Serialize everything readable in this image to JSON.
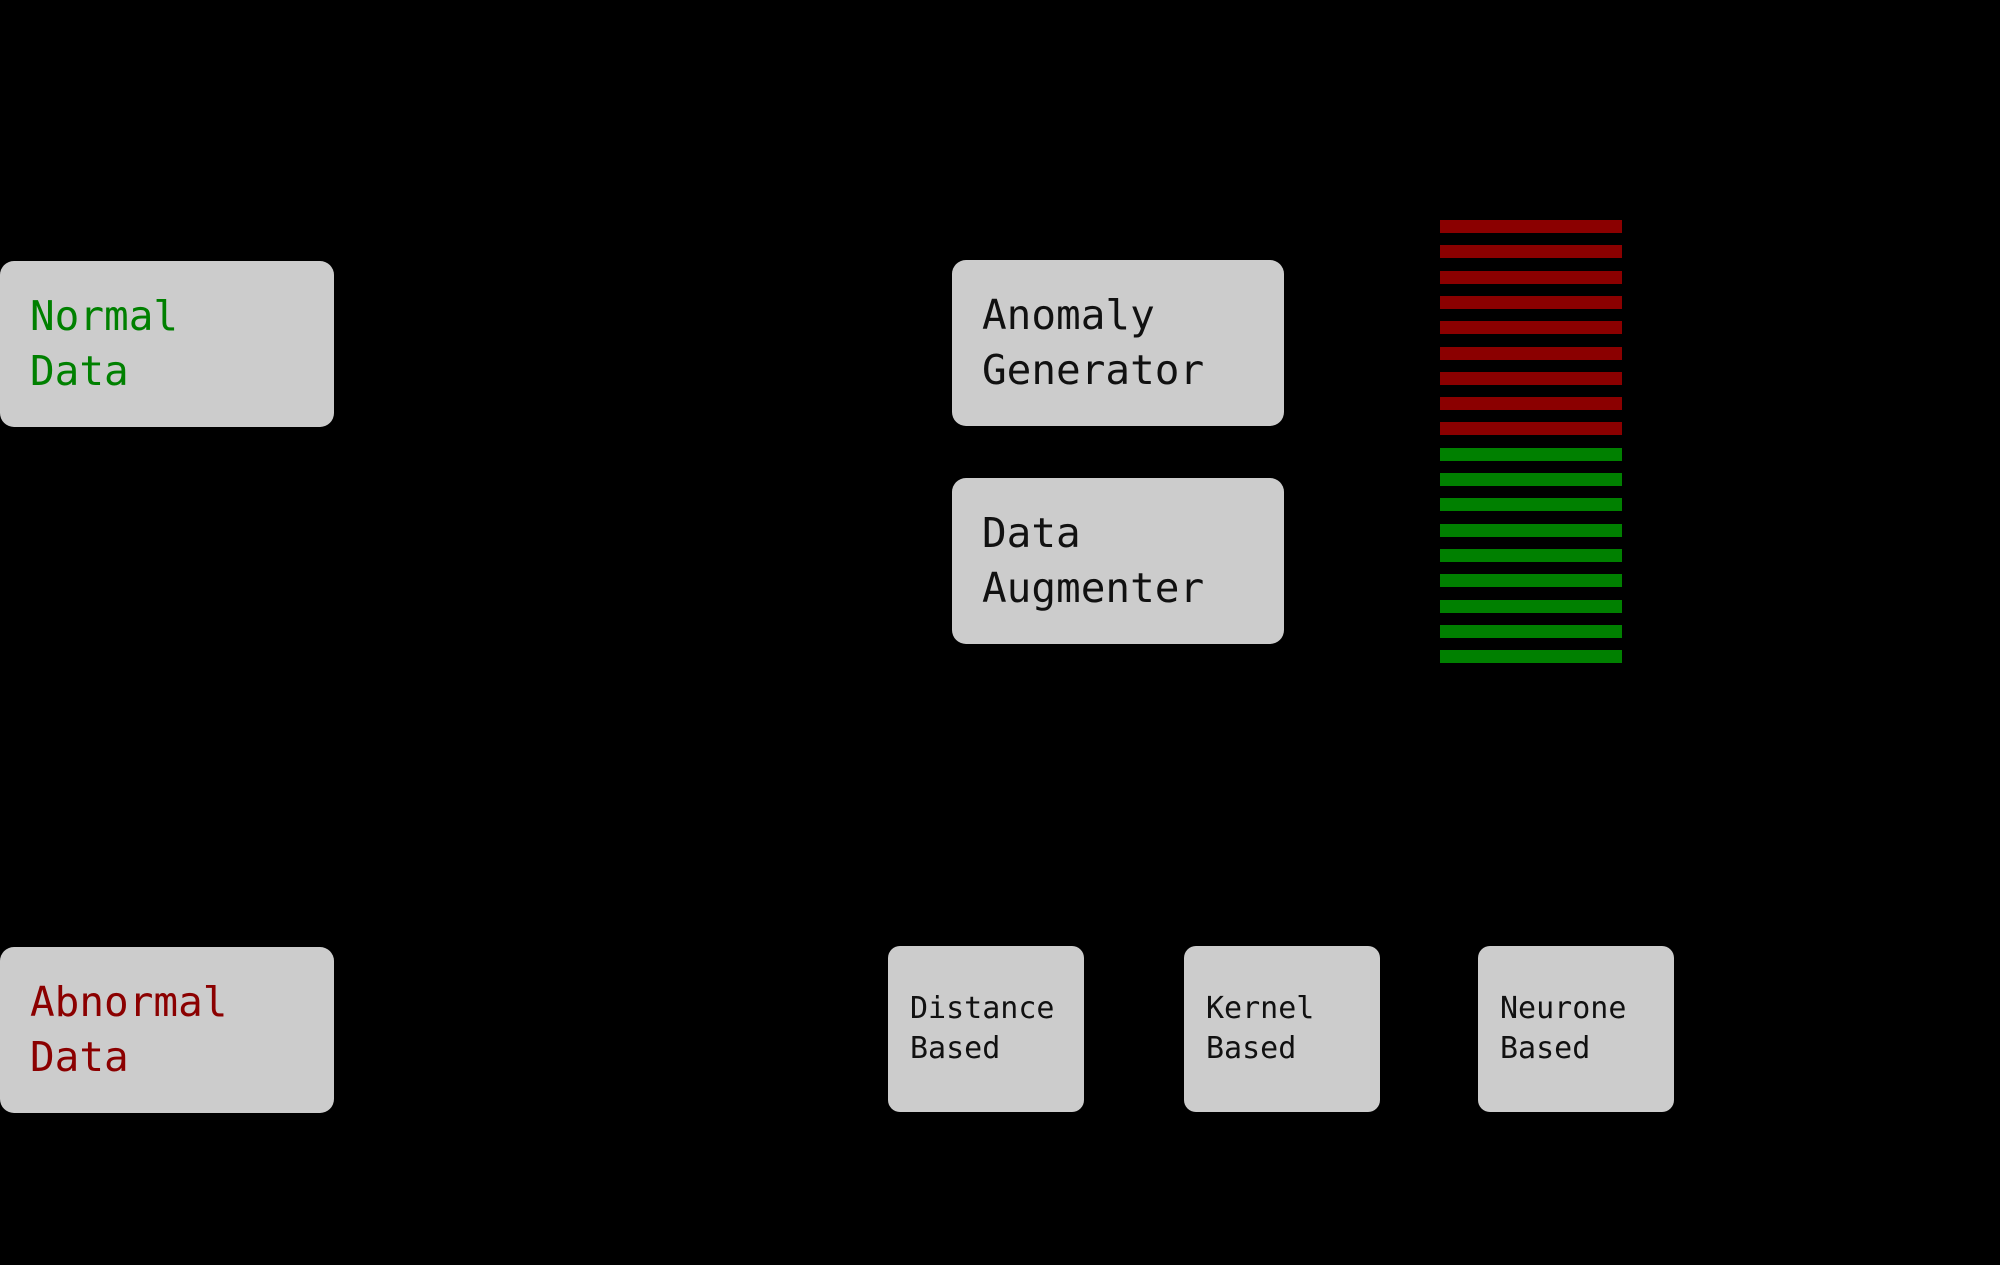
{
  "diagram": {
    "background_color": "#000000",
    "node_fill": "#cccccc",
    "colors": {
      "normal_green": "#008000",
      "abnormal_red": "#8b0000",
      "text_black": "#111111"
    },
    "nodes": [
      {
        "id": "normal-data",
        "lines": [
          "Normal",
          "Data"
        ],
        "text_color": "#008000"
      },
      {
        "id": "abnormal-data",
        "lines": [
          "Abnormal",
          "Data"
        ],
        "text_color": "#8b0000"
      },
      {
        "id": "anomaly-generator",
        "lines": [
          "Anomaly",
          "Generator"
        ],
        "text_color": "#111111"
      },
      {
        "id": "data-augmenter",
        "lines": [
          "Data",
          "Augmenter"
        ],
        "text_color": "#111111"
      },
      {
        "id": "distance-based",
        "lines": [
          "Distance",
          "Based"
        ],
        "text_color": "#111111"
      },
      {
        "id": "kernel-based",
        "lines": [
          "Kernel",
          "Based"
        ],
        "text_color": "#111111"
      },
      {
        "id": "neurone-based",
        "lines": [
          "Neurone",
          "Based"
        ],
        "text_color": "#111111"
      }
    ],
    "bar_stack": {
      "label": "generated-sample-bars",
      "abnormal_bar_count": 9,
      "normal_bar_count": 9,
      "abnormal_color": "#8b0000",
      "normal_color": "#008000",
      "bars": [
        {
          "kind": "abnormal",
          "color": "#8b0000"
        },
        {
          "kind": "abnormal",
          "color": "#8b0000"
        },
        {
          "kind": "abnormal",
          "color": "#8b0000"
        },
        {
          "kind": "abnormal",
          "color": "#8b0000"
        },
        {
          "kind": "abnormal",
          "color": "#8b0000"
        },
        {
          "kind": "abnormal",
          "color": "#8b0000"
        },
        {
          "kind": "abnormal",
          "color": "#8b0000"
        },
        {
          "kind": "abnormal",
          "color": "#8b0000"
        },
        {
          "kind": "abnormal",
          "color": "#8b0000"
        },
        {
          "kind": "normal",
          "color": "#008000"
        },
        {
          "kind": "normal",
          "color": "#008000"
        },
        {
          "kind": "normal",
          "color": "#008000"
        },
        {
          "kind": "normal",
          "color": "#008000"
        },
        {
          "kind": "normal",
          "color": "#008000"
        },
        {
          "kind": "normal",
          "color": "#008000"
        },
        {
          "kind": "normal",
          "color": "#008000"
        },
        {
          "kind": "normal",
          "color": "#008000"
        },
        {
          "kind": "normal",
          "color": "#008000"
        }
      ]
    }
  }
}
